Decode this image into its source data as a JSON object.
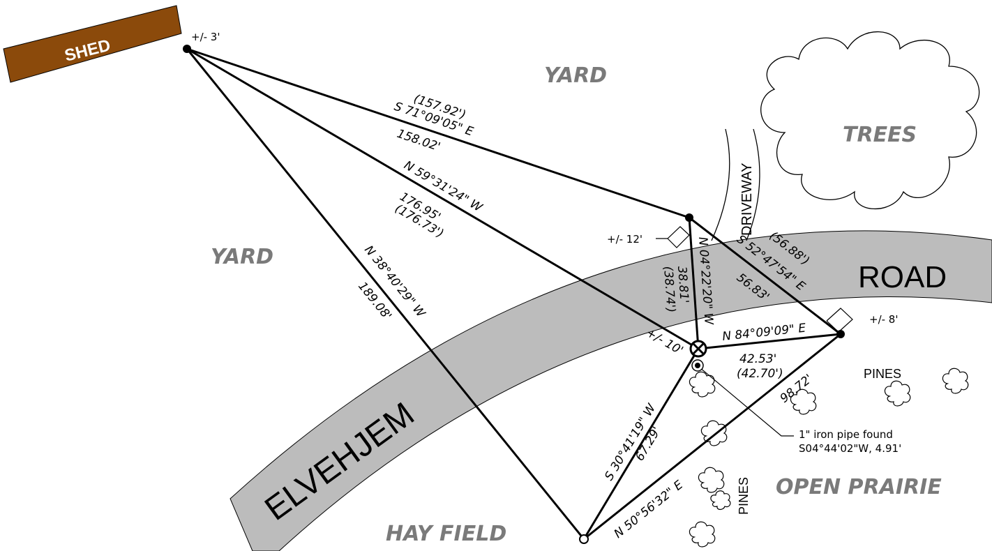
{
  "labels": {
    "shed": "SHED",
    "yard_top": "YARD",
    "yard_left": "YARD",
    "trees": "TREES",
    "driveway": "DRIVEWAY",
    "road": "ROAD",
    "elvehjem": "ELVEHJEM",
    "hay_field": "HAY FIELD",
    "open_prairie": "OPEN PRAIRIE",
    "pines_right": "PINES",
    "pines_bottom": "PINES"
  },
  "tolerances": {
    "shed_corner": "+/- 3'",
    "north_point": "+/- 12'",
    "east_point": "+/- 8'",
    "center_point": "+/- 10'"
  },
  "measurements": {
    "shed_to_north_bearing": "S 71°09'05\" E",
    "shed_to_north_record": "(157.92')",
    "shed_to_north_measured": "158.02'",
    "center_to_shed_bearing": "N 59°31'24\" W",
    "center_to_shed_measured": "176.95'",
    "center_to_shed_record": "(176.73')",
    "south_to_shed_bearing": "N 38°40'29\" W",
    "south_to_shed_measured": "189.08'",
    "center_to_north_bearing": "N 04°22'20\" W",
    "center_to_north_measured": "38.81'",
    "center_to_north_record": "(38.74')",
    "north_to_east_bearing": "S 52°47'54\" E",
    "north_to_east_record": "(56.88')",
    "north_to_east_measured": "56.83'",
    "center_to_east_bearing": "N 84°09'09\" E",
    "center_to_east_measured": "42.53'",
    "center_to_east_record": "(42.70')",
    "south_to_center_bearing": "S 30°41'19\" W",
    "south_to_center_measured": "67.29'",
    "south_to_east_bearing": "N 50°56'32\" E",
    "south_to_east_measured": "98.72'"
  },
  "iron_pipe_note": {
    "line1": "1\" iron pipe found",
    "line2": "S04°44'02\"W, 4.91'"
  },
  "colors": {
    "shed_fill": "#8B4A0B",
    "road_fill": "#bcbcbc",
    "area_text": "#7a7a7a",
    "lines": "#000000"
  }
}
